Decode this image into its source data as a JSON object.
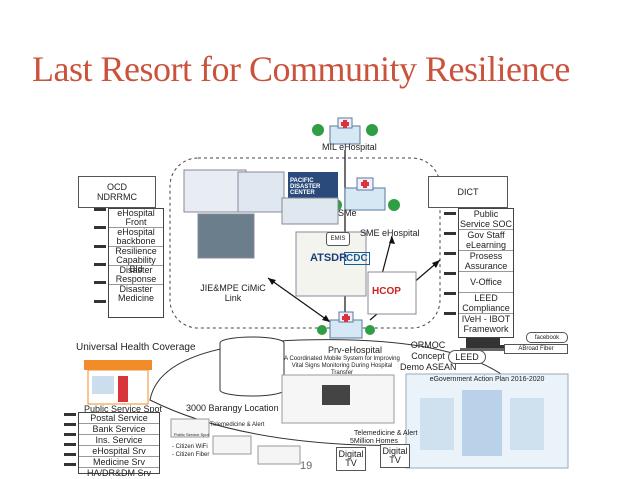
{
  "slide": {
    "title": "Last Resort for Community Resilience",
    "page_number": "19"
  },
  "top": {
    "mil_label": "MIL eHospital"
  },
  "ocd": {
    "title_line1": "OCD",
    "title_line2": "NDRRMC",
    "items": [
      "eHospital Front",
      "eHospital backbone",
      "Resilience Capability Bld",
      "Disaster Response",
      "Disaster Medicine"
    ]
  },
  "dict": {
    "title": "DICT",
    "items": [
      "Public Service SOC",
      "Gov Staff eLearning",
      "Prosess Assurance",
      "V-Office",
      "LEED Compliance",
      "IVeH - IBOT Framework"
    ]
  },
  "center": {
    "sme_label": "SME eHospital",
    "sme_small": "SMe",
    "emis": "EMIS",
    "jie_line1": "JIE&MPE CiMiC",
    "jie_line2": "Link",
    "pdc": "PACIFIC DISASTER CENTER",
    "atsdr": "ATSDR",
    "cdc": "CDC",
    "hcop": "HCOP"
  },
  "prv": {
    "label": "Prv-eHospital"
  },
  "uhc": {
    "label": "Universal Health Coverage"
  },
  "ormoc": {
    "line1": "ORMOC",
    "line2": "Concept",
    "line3": "Demo ASEAN",
    "leed": "LEED"
  },
  "facebook": {
    "label": "facebook",
    "fiber": "ABroad Fiber"
  },
  "ehealth": {
    "caption_line1": "A Coordinated Mobile System for Improving",
    "caption_line2": "Vital Signs Monitoring During Hospital Transfer",
    "action_plan": "eGovernment Action Plan 2016-2020",
    "telemed": "Telemedicine & Alert",
    "homes": "5Million Homes"
  },
  "public": {
    "spot": "Public Service Spot",
    "barangay": "3000 Barangy Location",
    "services": [
      "Postal Service",
      "Bank Service",
      "Ins. Service",
      "eHospital Srv",
      "Medicine Srv",
      "HA/DR&DM Srv"
    ],
    "citizen_wifi": "- Citizen WiFi",
    "citizen_fiber": "- Citizen Fiber",
    "telemed_alert": "Telemedicine & Alert",
    "small_spot": "Public Service Spot"
  },
  "digital_tv": [
    "Digital TV",
    "Digital TV"
  ],
  "colors": {
    "title": "#c9533c",
    "cross": "#d9343a",
    "tree": "#2f9e44",
    "store": "#f28c28"
  },
  "icons": [
    "hospital-icon",
    "tree-icon",
    "store-icon",
    "database-icon"
  ]
}
